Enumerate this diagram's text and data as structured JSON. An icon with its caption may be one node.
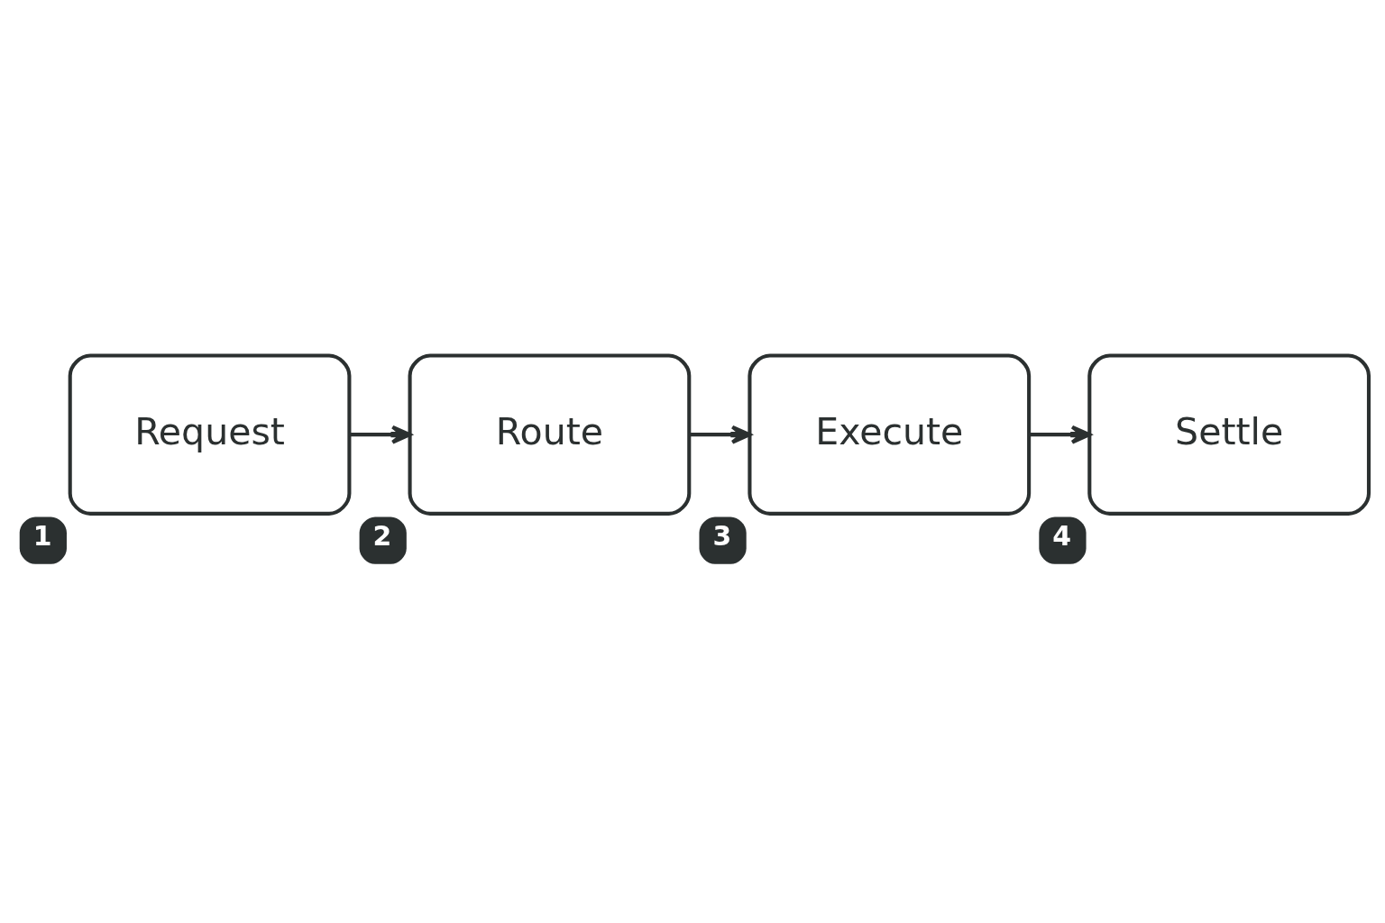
{
  "diagram": {
    "nodes": [
      {
        "text": [
          "Request"
        ],
        "beside": [
          "1"
        ]
      },
      {
        "text": [
          "Route"
        ],
        "beside": [
          "2"
        ]
      },
      {
        "text": [
          "Execute"
        ],
        "beside": [
          "3"
        ]
      },
      {
        "text": [
          "Settle"
        ],
        "beside": [
          "4"
        ]
      }
    ],
    "edges": [
      {
        "from": 0,
        "to": 1,
        "arrow": "to"
      },
      {
        "from": 1,
        "to": 2,
        "arrow": "to"
      },
      {
        "from": 2,
        "to": 3,
        "arrow": "to"
      }
    ]
  }
}
